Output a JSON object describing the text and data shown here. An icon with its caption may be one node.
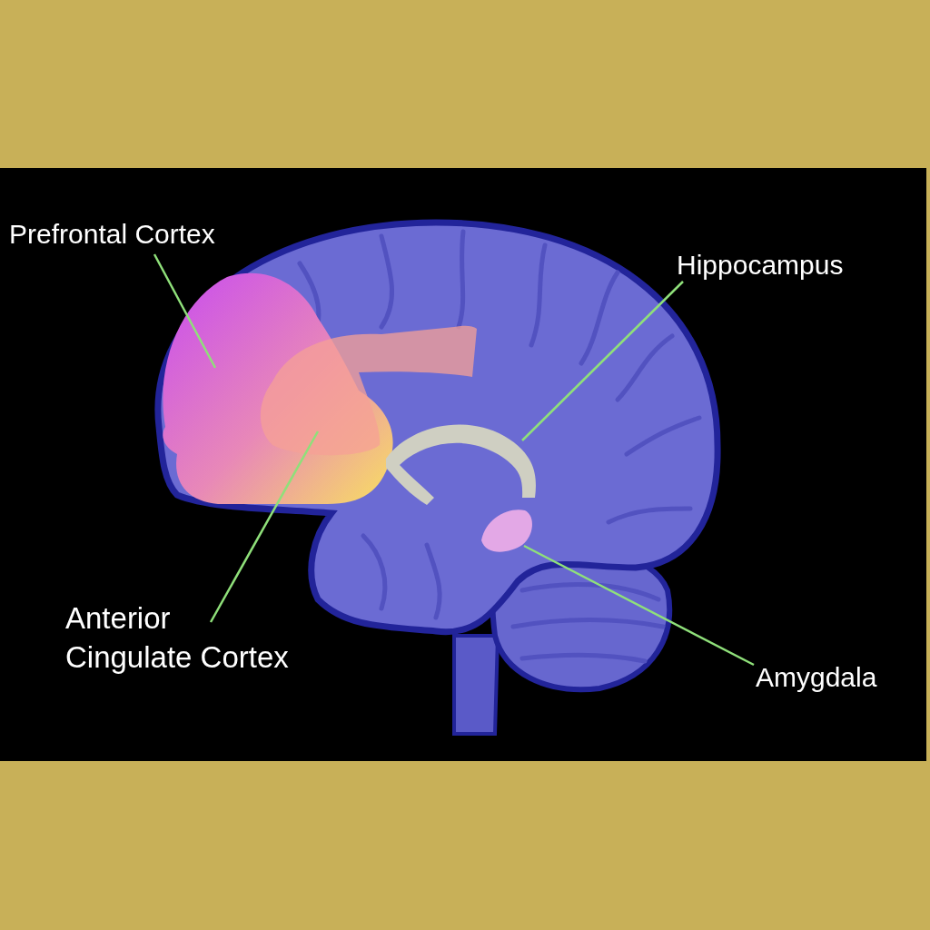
{
  "diagram": {
    "nodes": [
      {
        "text": [
          "Prefrontal Cortex"
        ]
      },
      {
        "text": [],
        "shape": "picture"
      },
      {
        "text": [
          "Hippocampus"
        ]
      },
      {
        "text": [],
        "shape": "picture"
      },
      {
        "text": [
          "Anterior Cingulate Cortex"
        ]
      },
      {
        "text": [],
        "shape": "picture"
      },
      {
        "text": [
          "Amygdala"
        ]
      },
      {
        "text": [],
        "shape": "picture"
      }
    ],
    "edges": [
      {
        "from": 0,
        "to": 1,
        "arrow": "none"
      },
      {
        "from": 2,
        "to": 3,
        "arrow": "none"
      },
      {
        "from": 4,
        "to": 5,
        "arrow": "none"
      },
      {
        "from": 6,
        "to": 7,
        "arrow": "none"
      }
    ]
  }
}
